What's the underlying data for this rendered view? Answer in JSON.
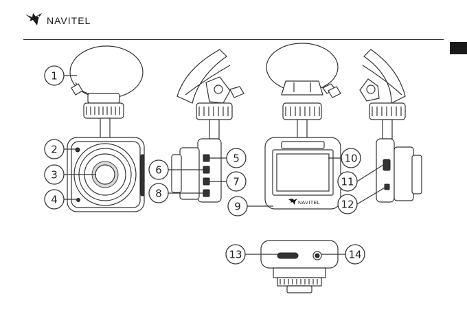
{
  "header": {
    "brand": "NAVITEL",
    "logo_icon": "navitel-bird-icon",
    "tab_color": "#1a1a1a"
  },
  "callouts": [
    "1",
    "2",
    "3",
    "4",
    "5",
    "6",
    "7",
    "8",
    "9",
    "10",
    "11",
    "12",
    "13",
    "14"
  ],
  "front_view": {
    "screen_logo": "NAVITEL"
  }
}
